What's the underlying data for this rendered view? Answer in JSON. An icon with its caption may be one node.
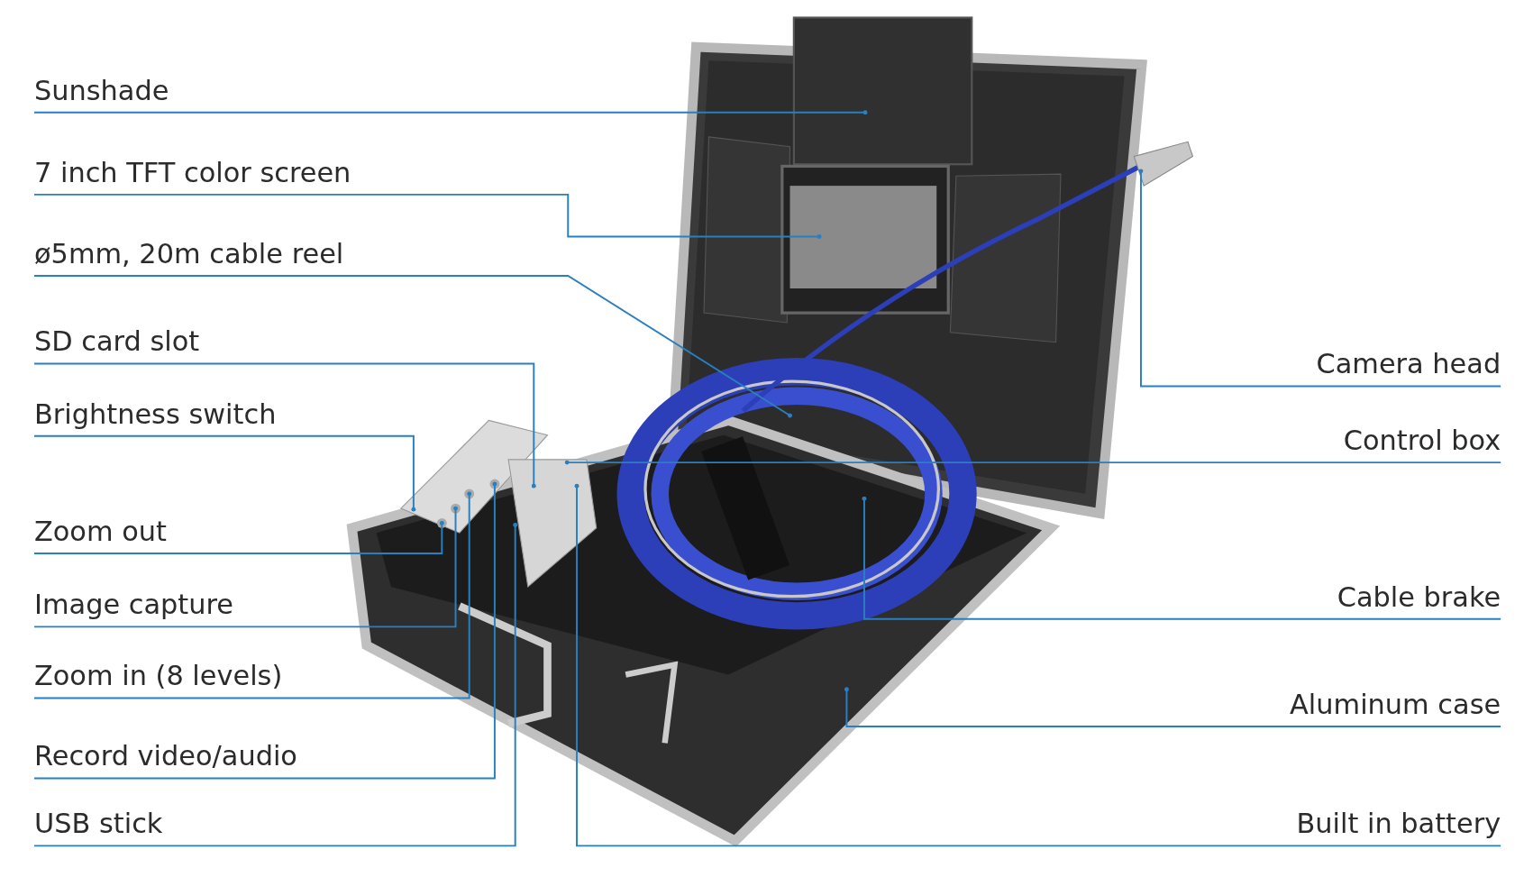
{
  "diagram": {
    "nodes": [
      {
        "text": [
          "Sunshade"
        ]
      },
      {
        "text": [
          "7 inch TFT color screen"
        ]
      },
      {
        "text": [
          "ø5mm, 20m cable reel"
        ]
      },
      {
        "text": [
          "SD card slot"
        ]
      },
      {
        "text": [
          "Brightness switch"
        ]
      },
      {
        "text": [
          "Zoom out"
        ]
      },
      {
        "text": [
          "Image capture"
        ]
      },
      {
        "text": [
          "Zoom in (8 levels)"
        ]
      },
      {
        "text": [
          "Record video/audio"
        ]
      },
      {
        "text": [
          "USB stick"
        ]
      },
      {
        "text": [
          "Camera head"
        ]
      },
      {
        "text": [
          "Control box"
        ]
      },
      {
        "text": [
          "Cable brake"
        ]
      },
      {
        "text": [
          "Aluminum case"
        ]
      },
      {
        "text": [
          "Built in battery"
        ]
      }
    ],
    "edges": [
      {
        "from": 0,
        "to": null,
        "arrow": "other"
      },
      {
        "from": 1,
        "to": null,
        "arrow": "other"
      },
      {
        "from": 2,
        "to": null,
        "arrow": "other"
      },
      {
        "from": 3,
        "to": null,
        "arrow": "other"
      },
      {
        "from": 4,
        "to": null,
        "arrow": "other"
      },
      {
        "from": 5,
        "to": null,
        "arrow": "other"
      },
      {
        "from": 6,
        "to": null,
        "arrow": "other"
      },
      {
        "from": 7,
        "to": null,
        "arrow": "other"
      },
      {
        "from": 8,
        "to": null,
        "arrow": "other"
      },
      {
        "from": 9,
        "to": null,
        "arrow": "other"
      },
      {
        "from": 10,
        "to": null,
        "arrow": "other"
      },
      {
        "from": 11,
        "to": null,
        "arrow": "other"
      },
      {
        "from": 12,
        "to": null,
        "arrow": "other"
      },
      {
        "from": 13,
        "to": null,
        "arrow": "other"
      },
      {
        "from": 14,
        "to": null,
        "arrow": "other"
      }
    ]
  }
}
